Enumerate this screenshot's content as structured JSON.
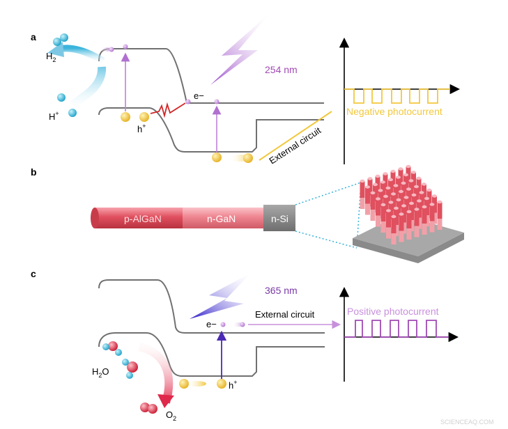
{
  "panels": {
    "a": {
      "label": "a",
      "wavelength": "254 nm",
      "electron": "e−",
      "hole_base": "h",
      "hole_sup": "+",
      "h2_base": "H",
      "h2_sub": "2",
      "hplus_base": "H",
      "hplus_sup": "+",
      "circuit": "External circuit",
      "photocurrent": "Negative photocurrent"
    },
    "b": {
      "label": "b",
      "segment1": "p-AlGaN",
      "segment2": "n-GaN",
      "substrate": "n-Si"
    },
    "c": {
      "label": "c",
      "wavelength": "365 nm",
      "circuit": "External circuit",
      "electron": "e−",
      "hole_base": "h",
      "hole_sup": "+",
      "water_base": "H",
      "water_sub": "2",
      "water_end": "O",
      "o2_base": "O",
      "o2_sub": "2",
      "photocurrent": "Positive photocurrent"
    }
  },
  "watermark": "SCIENCEAQ.COM",
  "colors": {
    "band_line": "#707070",
    "purple": "#a55ac8",
    "violet_arrow": "#4a2ab4",
    "yellow": "#f2c83c",
    "negative_wave": "#f2c83c",
    "positive_wave": "#a04ab4",
    "nanowire_red": "#e0505f",
    "nanowire_pink": "#f2a0a8",
    "silicon": "#8c8c8c",
    "cyan": "#2ab4d8",
    "oxygen_red": "#e02838",
    "connector": "#3cb4dc"
  }
}
